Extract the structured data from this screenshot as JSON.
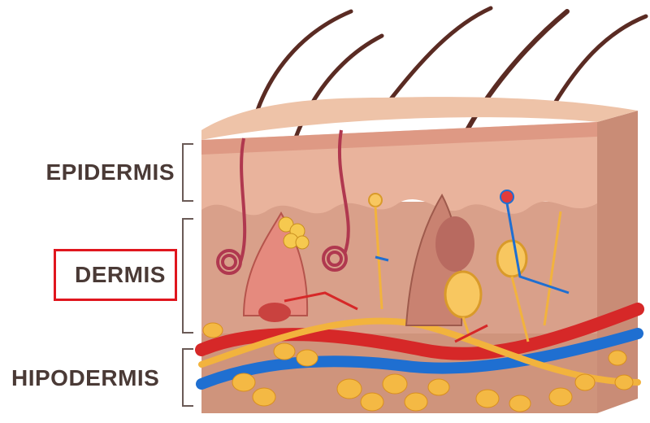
{
  "layers": {
    "epidermis": "EPIDERMIS",
    "dermis": "DERMIS",
    "hipodermis": "HIPODERMIS"
  },
  "highlighted_layer": "dermis",
  "colors": {
    "label_text": "#4a3a36",
    "highlight_border": "#e0161e",
    "epidermis": "#e9b39c",
    "dermis": "#d9a08a",
    "hipodermis": "#cf947c",
    "artery": "#d62828",
    "vein": "#1f6fd1",
    "nerve": "#f2b33d",
    "fat": "#f4b944",
    "hair": "#5a2b23"
  }
}
